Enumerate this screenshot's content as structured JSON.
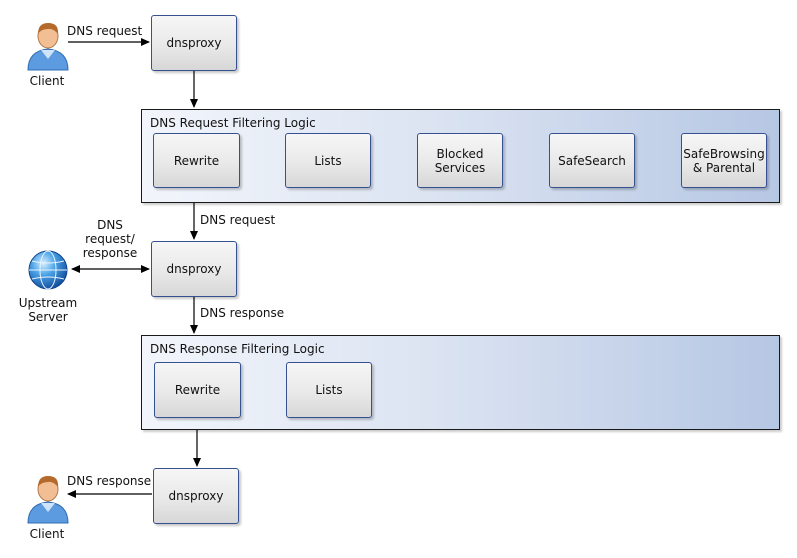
{
  "nodes": {
    "dnsproxy_top": "dnsproxy",
    "dnsproxy_middle": "dnsproxy",
    "dnsproxy_bottom": "dnsproxy"
  },
  "request_group": {
    "title": "DNS Request Filtering Logic",
    "steps": [
      "Rewrite",
      "Lists",
      "Blocked\nServices",
      "SafeSearch",
      "SafeBrowsing\n& Parental"
    ]
  },
  "response_group": {
    "title": "DNS Response Filtering Logic",
    "steps": [
      "Rewrite",
      "Lists"
    ]
  },
  "actors": {
    "client_top": "Client",
    "client_bottom": "Client",
    "upstream": "Upstream\nServer"
  },
  "edge_labels": {
    "client_request": "DNS request",
    "filter_to_proxy": "DNS request",
    "upstream_exchange": "DNS\nrequest/\nresponse",
    "proxy_response": "DNS response",
    "client_response": "DNS response"
  },
  "icons": {
    "client": "person-icon",
    "upstream": "globe-icon"
  },
  "colors": {
    "node_border": "#35518f",
    "group_gradient_end": "#b6c7e4"
  }
}
